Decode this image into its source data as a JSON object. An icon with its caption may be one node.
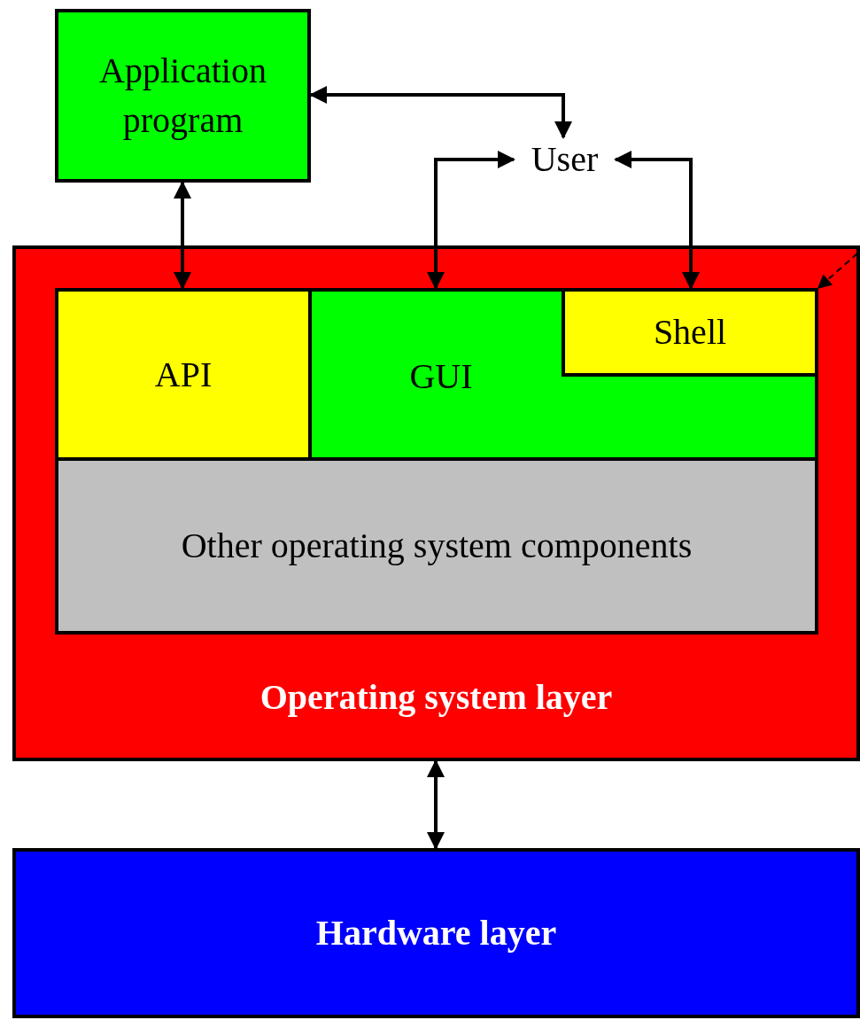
{
  "diagram": {
    "nodes": [
      {
        "text": [
          "Application program"
        ]
      },
      {
        "text": [
          "User"
        ]
      },
      {
        "text": [
          "Operating system layer"
        ]
      },
      {
        "text": [],
        "shape": "box",
        "in": 2
      },
      {
        "text": [
          "API"
        ],
        "in": 3
      },
      {
        "text": [
          "GUI"
        ],
        "in": 3
      },
      {
        "text": [
          "Shell"
        ],
        "in": 5
      },
      {
        "text": [
          "Other operating system components"
        ],
        "in": 3
      },
      {
        "text": [
          "Hardware layer"
        ]
      }
    ],
    "edges": [
      {
        "from": 0,
        "to": 1,
        "arrow": "both"
      },
      {
        "from": 1,
        "to": 5,
        "arrow": "both"
      },
      {
        "from": 1,
        "to": 6,
        "arrow": "both"
      },
      {
        "from": 0,
        "to": 4,
        "arrow": "both"
      },
      {
        "from": 2,
        "to": 8,
        "arrow": "both"
      },
      {
        "from": null,
        "to": 3,
        "arrow": "to",
        "style": "dashed"
      }
    ]
  }
}
